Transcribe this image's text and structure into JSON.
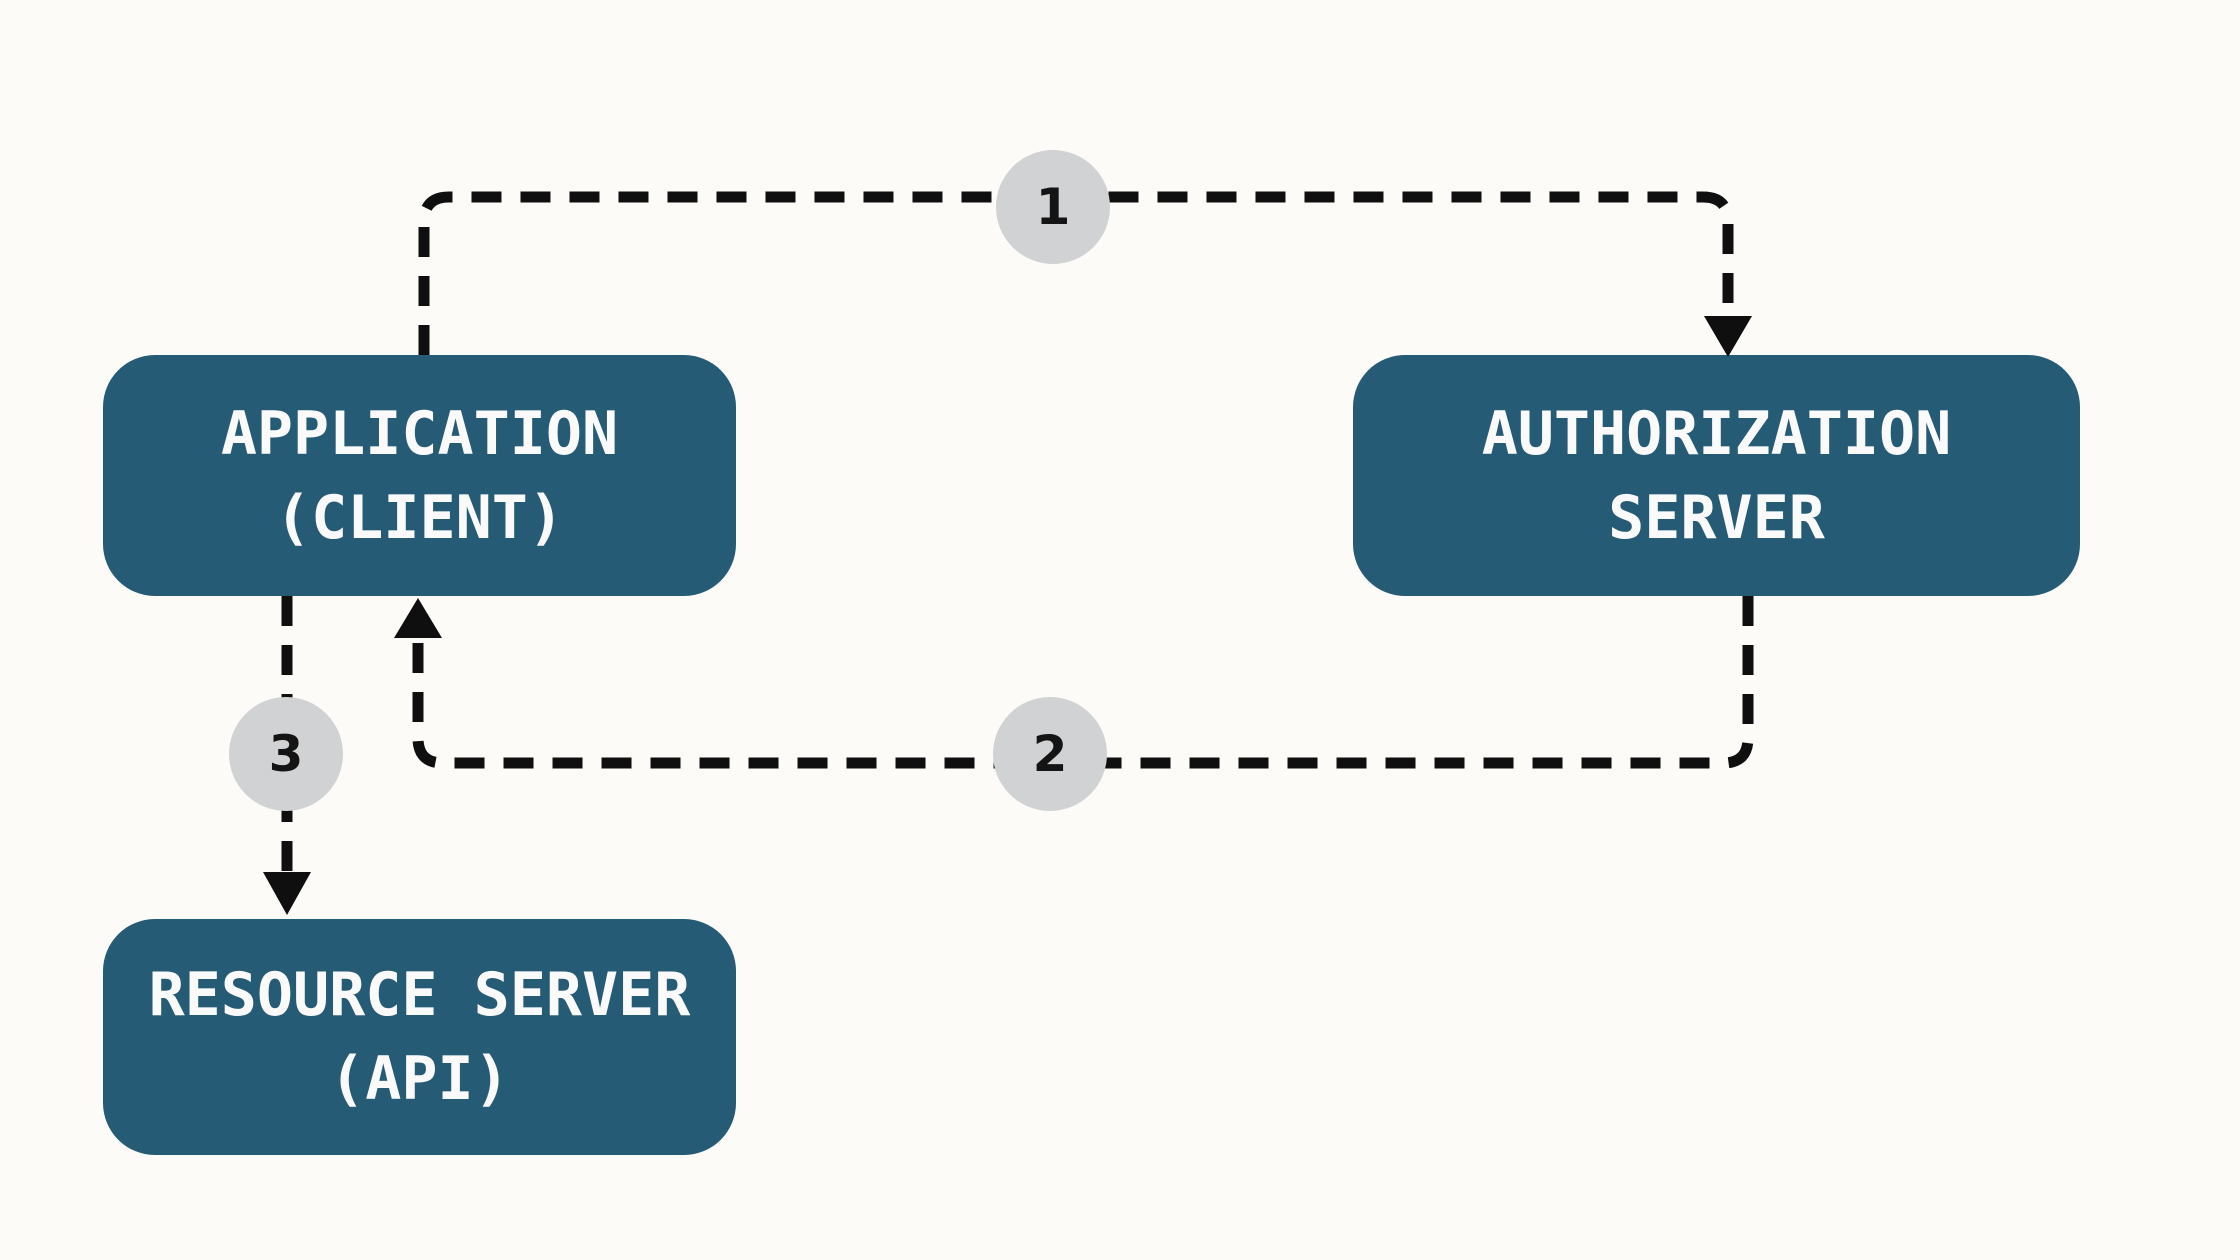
{
  "diagram": {
    "background_color": "#fcfbf8",
    "node_fill_color": "#265b76",
    "node_text_color": "#fafafa",
    "badge_fill_color": "#d1d2d3",
    "line_color": "#0f0f0f",
    "nodes": [
      {
        "id": "application-client",
        "line1": "APPLICATION",
        "line2": "(CLIENT)"
      },
      {
        "id": "authorization-server",
        "line1": "AUTHORIZATION",
        "line2": "SERVER"
      },
      {
        "id": "resource-server-api",
        "line1": "RESOURCE SERVER",
        "line2": "(API)"
      }
    ],
    "steps": [
      {
        "number": "1",
        "from": "application-client",
        "to": "authorization-server",
        "line_style": "dashed"
      },
      {
        "number": "2",
        "from": "authorization-server",
        "to": "application-client",
        "line_style": "dashed"
      },
      {
        "number": "3",
        "from": "application-client",
        "to": "resource-server-api",
        "line_style": "dashed"
      }
    ]
  }
}
